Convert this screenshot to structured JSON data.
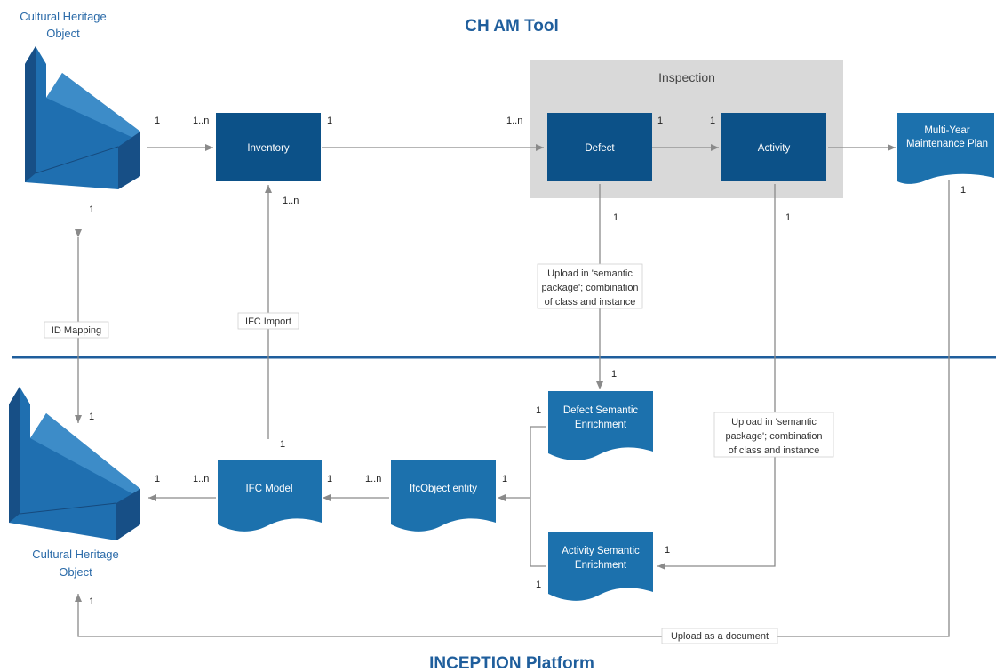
{
  "titles": {
    "tool": "CH AM Tool",
    "platform": "INCEPTION Platform"
  },
  "objects": {
    "top_label": [
      "Cultural Heritage",
      "Object"
    ],
    "bottom_label": [
      "Cultural Heritage",
      "Object"
    ]
  },
  "section": {
    "inspection": "Inspection"
  },
  "boxes": {
    "inventory": "Inventory",
    "defect": "Defect",
    "activity": "Activity",
    "maintenance_plan": [
      "Multi-Year",
      "Maintenance Plan"
    ],
    "defect_semantic": [
      "Defect Semantic",
      "Enrichment"
    ],
    "activity_semantic": [
      "Activity Semantic",
      "Enrichment"
    ],
    "ifc_object": "IfcObject entity",
    "ifc_model": "IFC Model"
  },
  "notes": {
    "id_mapping": "ID Mapping",
    "ifc_import": "IFC Import",
    "upload_semantic_1": [
      "Upload in 'semantic",
      "package'; combination",
      "of class and instance"
    ],
    "upload_semantic_2": [
      "Upload in 'semantic",
      "package'; combination",
      "of class and instance"
    ],
    "upload_document": "Upload as a document"
  },
  "multiplicities": {
    "obj_top": "1",
    "obj_inv_1": "1",
    "obj_inv_n": "1..n",
    "inv_defect_1": "1",
    "inv_defect_n": "1..n",
    "defect_activity_1": "1",
    "defect_activity_2": "1",
    "inv_ifc": "1..n",
    "defect_down": "1",
    "activity_down": "1",
    "plan_down": "1",
    "defect_sem_in": "1",
    "defect_sem_left": "1",
    "activity_sem_left": "1",
    "activity_sem_right": "1",
    "ifcobj_1": "1",
    "ifcobj_n": "1..n",
    "ifcmodel_1": "1",
    "ifcmodel_n": "1..n",
    "ifcmodel_up": "1",
    "obj_bottom_1": "1",
    "obj_bottom_2": "1",
    "obj_bottom_3": "1"
  },
  "colors": {
    "dark_box": "#0c5188",
    "doc_shape": "#1c71ad",
    "object": "#1f6fb0",
    "divider": "#1f5e9c",
    "inspection_bg": "#d9d9d9"
  }
}
